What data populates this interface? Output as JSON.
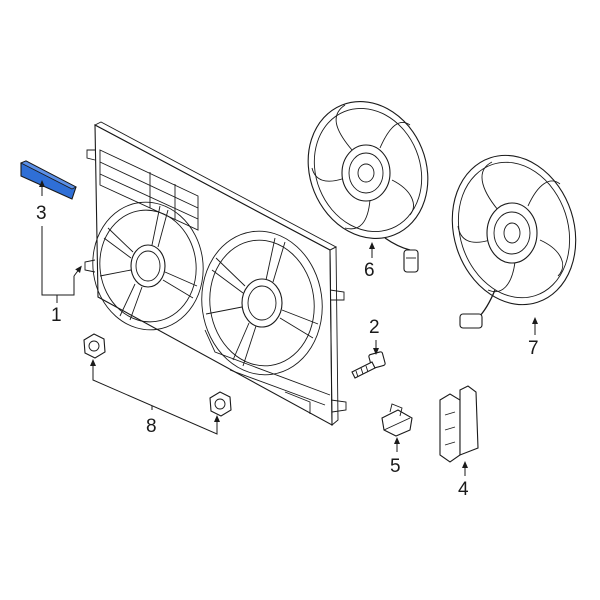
{
  "diagram": {
    "highlight_color": "#2f6fd6",
    "outline_color": "#1a1a1a",
    "callouts": [
      {
        "id": "c1",
        "label": "1"
      },
      {
        "id": "c2",
        "label": "2"
      },
      {
        "id": "c3",
        "label": "3"
      },
      {
        "id": "c4",
        "label": "4"
      },
      {
        "id": "c5",
        "label": "5"
      },
      {
        "id": "c6",
        "label": "6"
      },
      {
        "id": "c7",
        "label": "7"
      },
      {
        "id": "c8",
        "label": "8"
      }
    ]
  }
}
